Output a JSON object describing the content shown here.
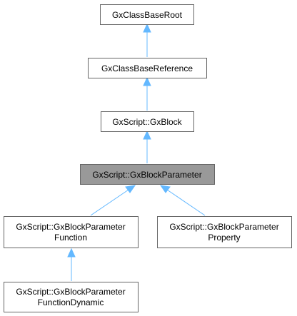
{
  "colors": {
    "edge": "#63b8ff",
    "node_border": "#666666",
    "node_fill": "#ffffff",
    "highlight_fill": "#999999"
  },
  "nodes": {
    "root": {
      "lines": [
        "GxClassBaseRoot"
      ]
    },
    "reference": {
      "lines": [
        "GxClassBaseReference"
      ]
    },
    "block": {
      "lines": [
        "GxScript::GxBlock"
      ]
    },
    "parameter": {
      "lines": [
        "GxScript::GxBlockParameter"
      ]
    },
    "function": {
      "lines": [
        "GxScript::GxBlockParameter",
        "Function"
      ]
    },
    "property": {
      "lines": [
        "GxScript::GxBlockParameter",
        "Property"
      ]
    },
    "dynamic": {
      "lines": [
        "GxScript::GxBlockParameter",
        "FunctionDynamic"
      ]
    }
  }
}
